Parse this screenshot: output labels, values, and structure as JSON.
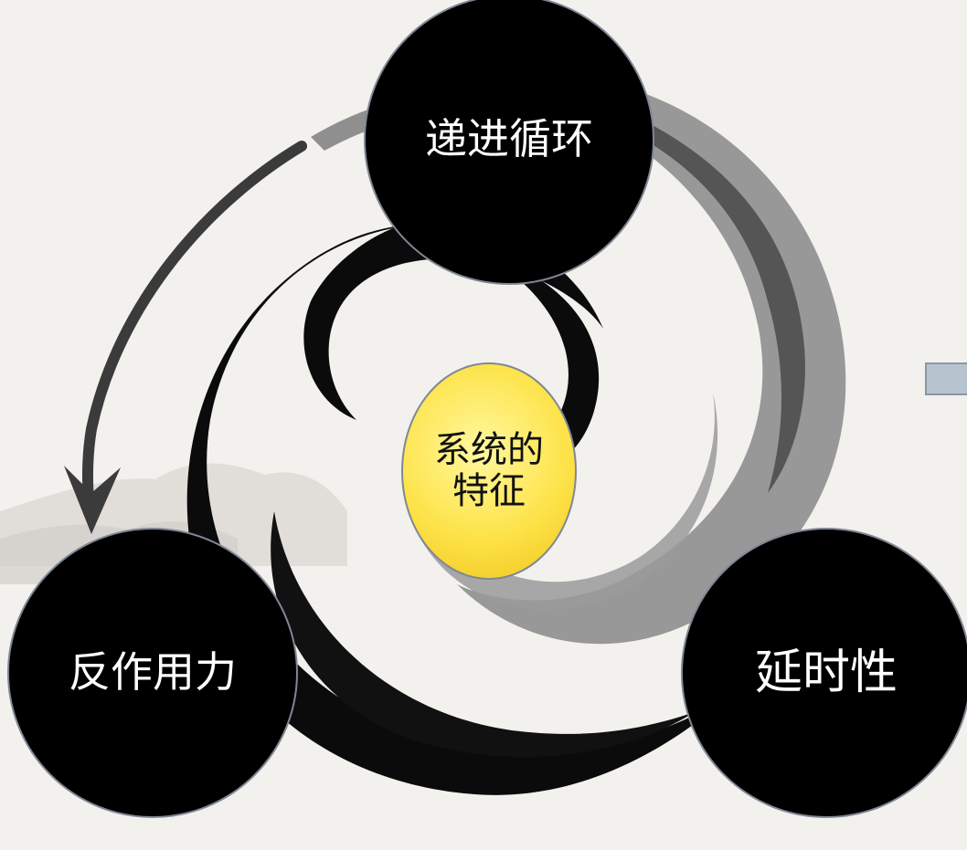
{
  "nodes": {
    "top": {
      "label": "递进循环"
    },
    "left": {
      "label": "反作用力"
    },
    "right": {
      "label": "延时性"
    },
    "center": {
      "label": "系统的\n特征"
    }
  },
  "colors": {
    "background": "#f3f1ed",
    "node_fill": "#000000",
    "node_border": "#7f8795",
    "center_fill": "#fde349",
    "ink_black": "#0b0b0b",
    "ink_gray": "#8a8a8a",
    "side_rect": "#b7c3cf"
  },
  "icons": [
    "ink-swirl",
    "curved-arrow"
  ]
}
